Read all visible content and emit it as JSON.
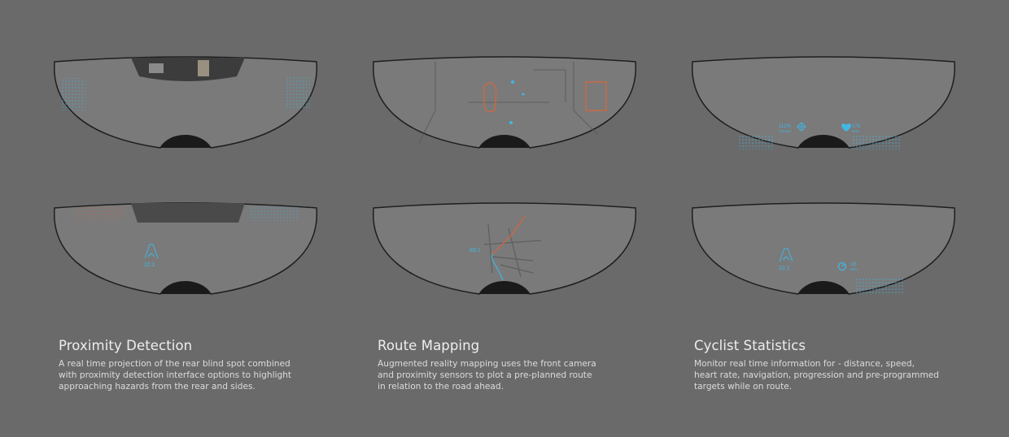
{
  "colors": {
    "background": "#6a6a6a",
    "hud_blue": "#3fb8e6",
    "route_orange": "#d9663a",
    "lens": "#7a7a7a"
  },
  "features": [
    {
      "title": "Proximity Detection",
      "description": [
        "A real time projection of the rear blind spot combined",
        "with proximity detection interface options to highlight",
        "approaching hazards from the rear and sides."
      ]
    },
    {
      "title": "Route Mapping",
      "description": [
        "Augmented reality mapping uses the front camera",
        "and proximity sensors to plot a pre-planned route",
        "in relation to the road ahead."
      ]
    },
    {
      "title": "Cyclist Statistics",
      "description": [
        "Monitor real time information for - distance, speed,",
        "heart rate, navigation, progression and pre-programmed",
        "targets while on route."
      ]
    }
  ],
  "hud": {
    "distance": "22.1",
    "route_distance": "83.1",
    "target_value": "112%",
    "target_label": "TARGET",
    "heart_rate": "175",
    "heart_rate_unit": "BPM",
    "speed": "18",
    "speed_unit": "MPH"
  }
}
